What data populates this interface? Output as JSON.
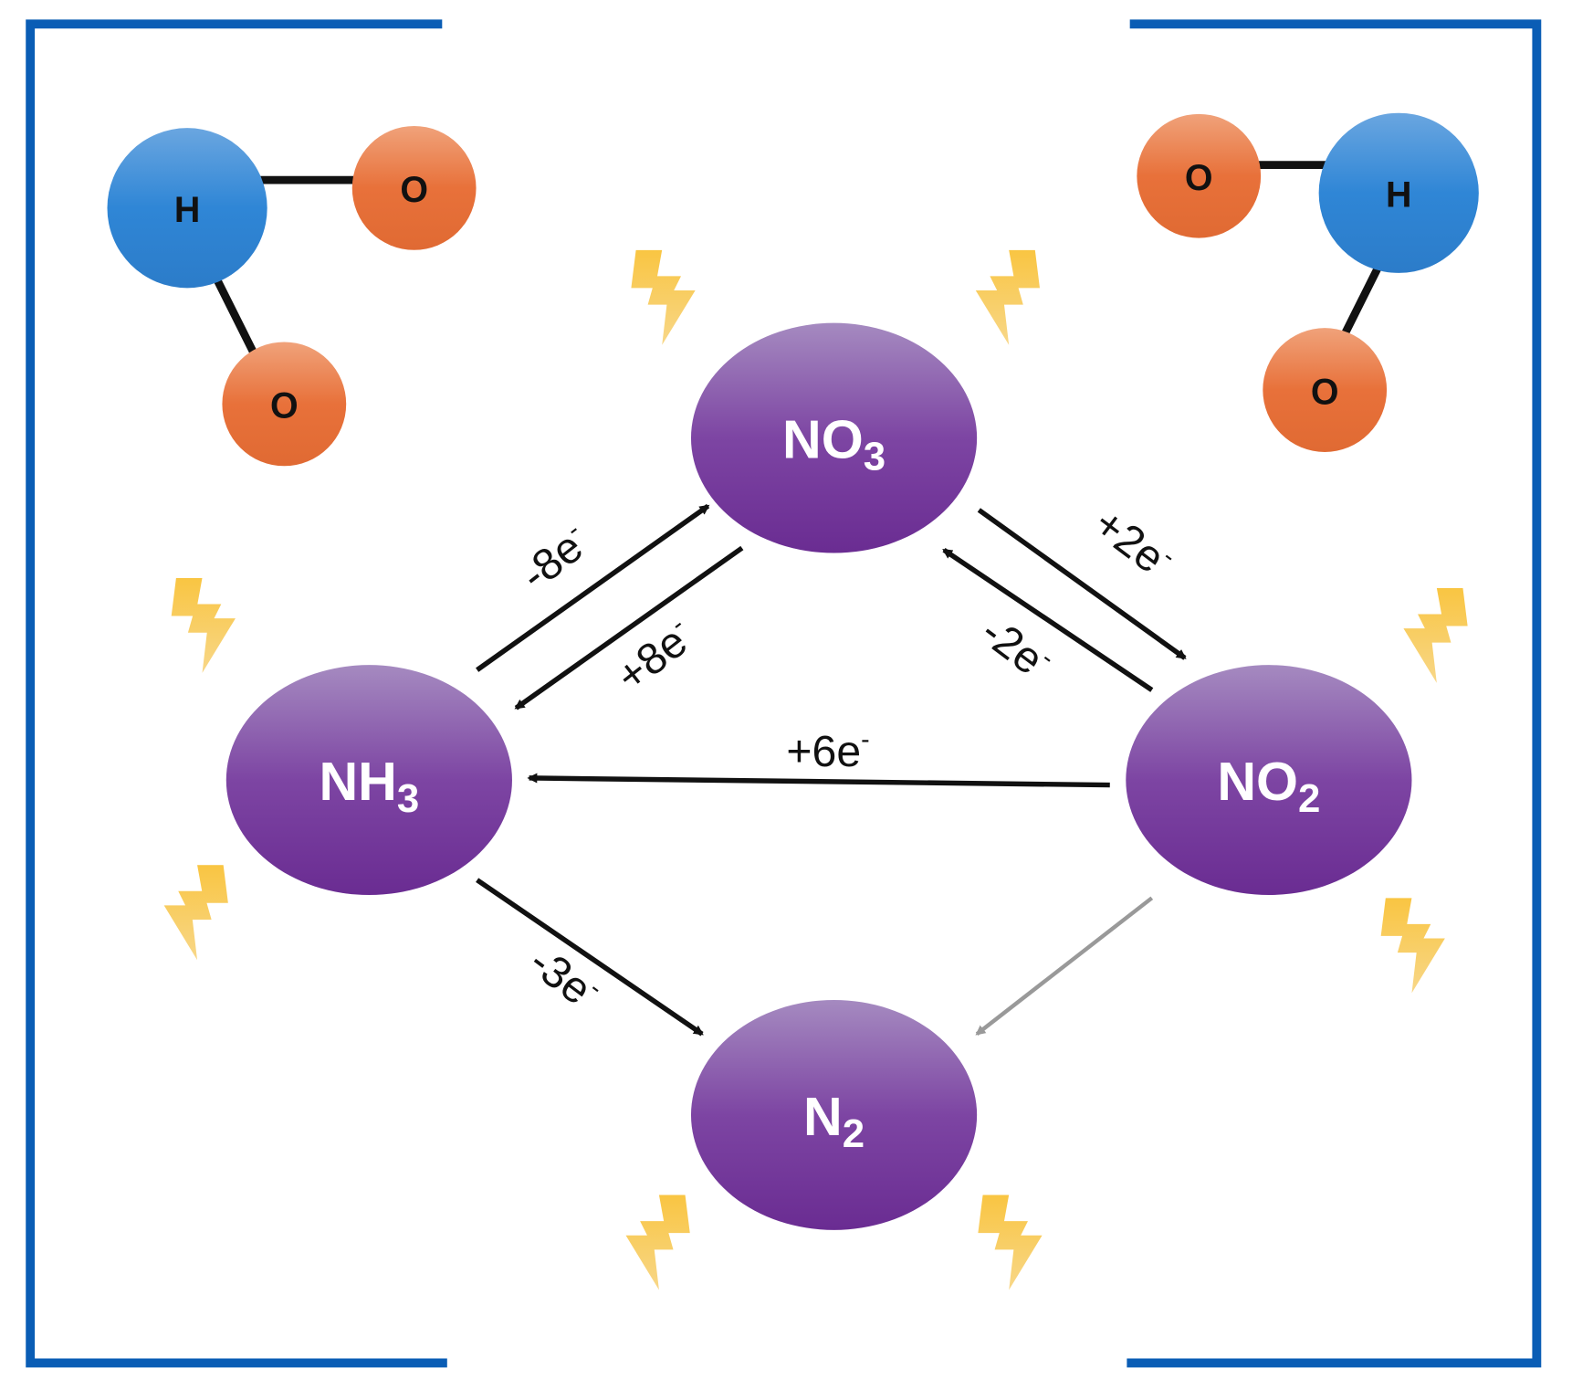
{
  "colors": {
    "frame": "#0a5db5",
    "node": "#6e2e95",
    "node_top": "#a58ac0",
    "hydrogen": "#2f86d6",
    "oxygen": "#e8713a",
    "bolt": "#f7b21a",
    "arrow": "#111111",
    "arrow_gray": "#999999"
  },
  "molecules": {
    "left": {
      "center_atom": "H",
      "atoms": [
        "O",
        "O"
      ]
    },
    "right": {
      "center_atom": "H",
      "atoms": [
        "O",
        "O"
      ]
    }
  },
  "nodes": {
    "no3": {
      "base": "NO",
      "sub": "3"
    },
    "nh3": {
      "base": "NH",
      "sub": "3"
    },
    "no2": {
      "base": "NO",
      "sub": "2"
    },
    "n2": {
      "base": "N",
      "sub": "2"
    }
  },
  "edges": [
    {
      "from": "NH3",
      "to": "NO3",
      "label": "-8e",
      "sup": "-"
    },
    {
      "from": "NO3",
      "to": "NH3",
      "label": "+8e",
      "sup": "-"
    },
    {
      "from": "NO3",
      "to": "NO2",
      "label": "+2e",
      "sup": "-"
    },
    {
      "from": "NO2",
      "to": "NO3",
      "label": "-2e",
      "sup": "-"
    },
    {
      "from": "NO2",
      "to": "NH3",
      "label": "+6e",
      "sup": "-"
    },
    {
      "from": "NH3",
      "to": "N2",
      "label": "-3e",
      "sup": "-"
    },
    {
      "from": "NO2",
      "to": "N2",
      "label": "",
      "sup": ""
    }
  ]
}
